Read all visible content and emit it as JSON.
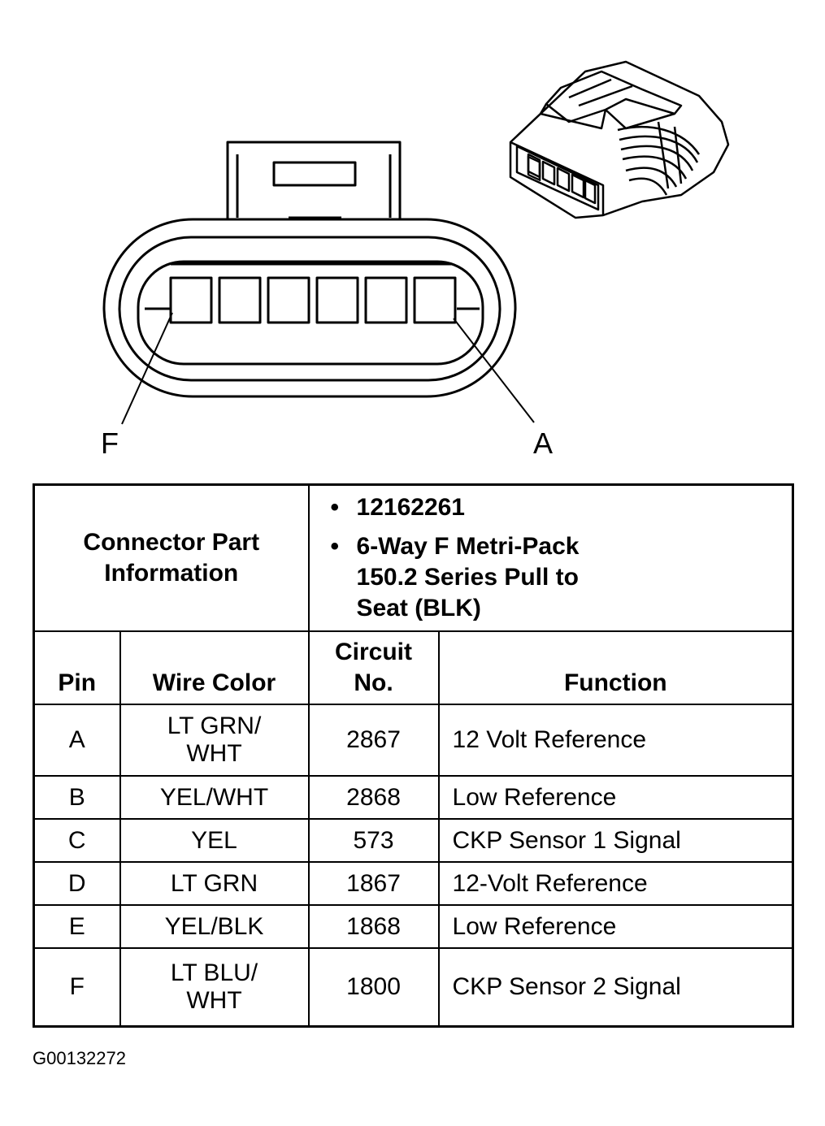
{
  "diagram": {
    "pin_labels": {
      "left": "F",
      "right": "A"
    }
  },
  "connector_info": {
    "label": "Connector Part\nInformation",
    "items": [
      "12162261",
      "6-Way F Metri-Pack\n150.2 Series Pull to\nSeat (BLK)"
    ],
    "bullet": "•"
  },
  "table": {
    "headers": {
      "pin": "Pin",
      "wire_color": "Wire Color",
      "circuit": "Circuit\nNo.",
      "function": "Function"
    },
    "rows": [
      {
        "pin": "A",
        "wire_color": "LT GRN/\nWHT",
        "circuit": "2867",
        "function": "12 Volt Reference"
      },
      {
        "pin": "B",
        "wire_color": "YEL/WHT",
        "circuit": "2868",
        "function": "Low Reference"
      },
      {
        "pin": "C",
        "wire_color": "YEL",
        "circuit": "573",
        "function": "CKP Sensor 1 Signal"
      },
      {
        "pin": "D",
        "wire_color": "LT GRN",
        "circuit": "1867",
        "function": "12-Volt Reference"
      },
      {
        "pin": "E",
        "wire_color": "YEL/BLK",
        "circuit": "1868",
        "function": "Low Reference"
      },
      {
        "pin": "F",
        "wire_color": "LT BLU/\nWHT",
        "circuit": "1800",
        "function": "CKP Sensor 2 Signal"
      }
    ]
  },
  "figure_id": "G00132272"
}
